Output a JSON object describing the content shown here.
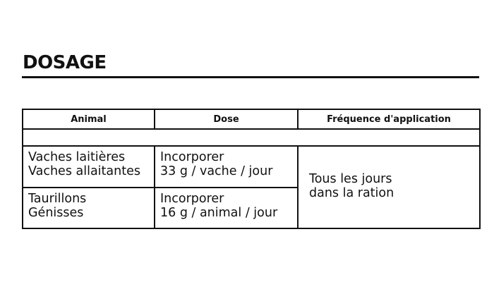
{
  "section": {
    "title": "DOSAGE"
  },
  "table": {
    "headers": [
      "Animal",
      "Dose",
      "Fréquence d'application"
    ],
    "rows": [
      {
        "animal": [
          "Vaches laitières",
          "Vaches allaitantes"
        ],
        "dose": [
          "Incorporer",
          "33 g / vache / jour"
        ]
      },
      {
        "animal": [
          "Taurillons",
          "Génisses"
        ],
        "dose": [
          "Incorporer",
          "16 g / animal / jour"
        ]
      }
    ],
    "frequency": [
      "Tous les jours",
      "dans la ration"
    ]
  }
}
